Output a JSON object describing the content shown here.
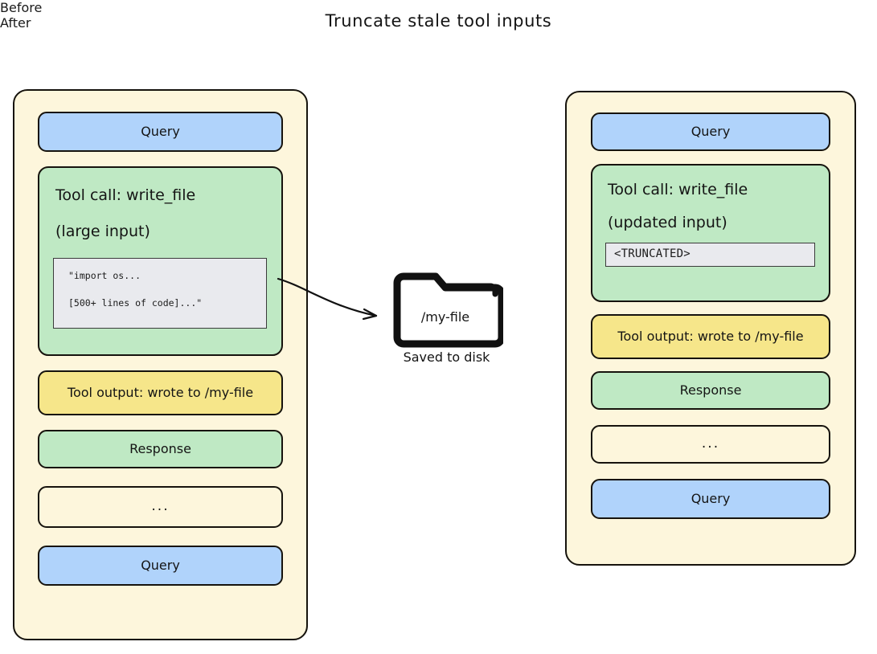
{
  "title": "Truncate stale tool inputs",
  "columns": {
    "before": {
      "heading": "Before",
      "blocks": {
        "query_top": "Query",
        "toolcall_title": "Tool call: write_file",
        "toolcall_subtitle": "(large input)",
        "code_line_1": "\"import os...",
        "code_line_2": "[500+ lines of code]...\"",
        "tool_output": "Tool output: wrote to /my-file",
        "response": "Response",
        "ellipsis": "...",
        "query_bottom": "Query"
      }
    },
    "after": {
      "heading": "After",
      "blocks": {
        "query_top": "Query",
        "toolcall_title": "Tool call: write_file",
        "toolcall_subtitle": "(updated input)",
        "code_line_1": "<TRUNCATED>",
        "tool_output": "Tool output: wrote to /my-file",
        "response": "Response",
        "ellipsis": "...",
        "query_bottom": "Query"
      }
    }
  },
  "middle": {
    "folder_label": "/my-file",
    "caption": "Saved to disk",
    "arrow": "curved-arrow-right"
  },
  "colors": {
    "panel_background": "#fdf6dc",
    "query_blue": "#b0d3fb",
    "response_green": "#bfe9c4",
    "output_yellow": "#f6e68a",
    "code_gray": "#e9eaee",
    "stroke": "#16130d",
    "page_background": "#ffffff"
  }
}
